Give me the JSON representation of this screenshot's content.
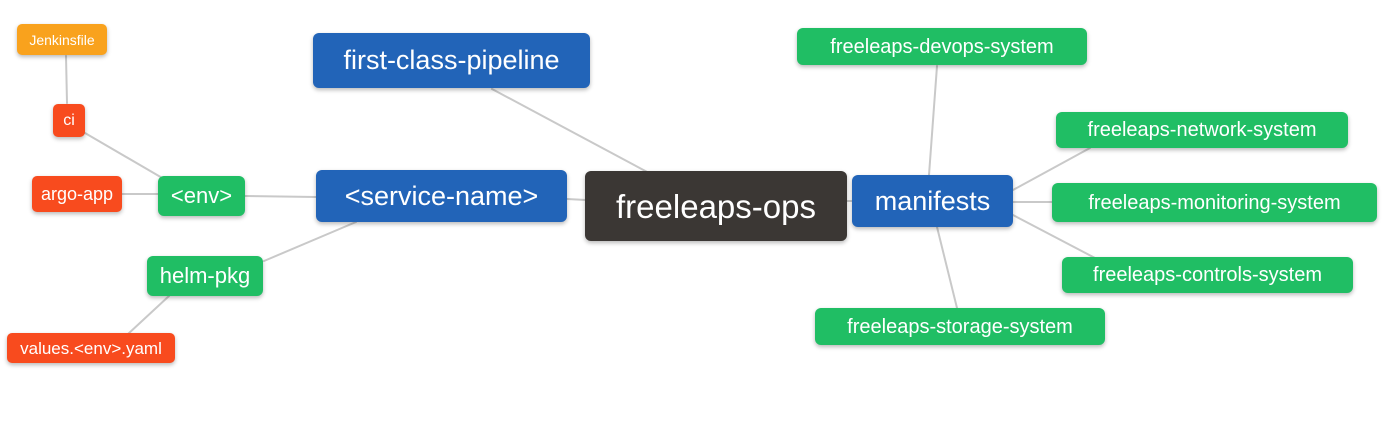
{
  "colors": {
    "root_node": "#3b3734",
    "branch_blue": "#2264b8",
    "leaf_green": "#20be64",
    "leaf_red": "#f84b1e",
    "leaf_orange": "#f9a21d",
    "edge_gray": "#c9c9c9",
    "node_text": "#ffffff",
    "background": "#ffffff"
  },
  "nodes": {
    "root": {
      "label": "freeleaps-ops"
    },
    "first_class_pipeline": {
      "label": "first-class-pipeline"
    },
    "service_name": {
      "label": "<service-name>"
    },
    "env": {
      "label": "<env>"
    },
    "ci": {
      "label": "ci"
    },
    "jenkinsfile": {
      "label": "Jenkinsfile"
    },
    "argo_app": {
      "label": "argo-app"
    },
    "helm_pkg": {
      "label": "helm-pkg"
    },
    "values_yaml": {
      "label": "values.<env>.yaml"
    },
    "manifests": {
      "label": "manifests"
    },
    "devops_system": {
      "label": "freeleaps-devops-system"
    },
    "network_system": {
      "label": "freeleaps-network-system"
    },
    "monitoring_system": {
      "label": "freeleaps-monitoring-system"
    },
    "controls_system": {
      "label": "freeleaps-controls-system"
    },
    "storage_system": {
      "label": "freeleaps-storage-system"
    }
  },
  "edges": [
    {
      "from": "root",
      "to": "first_class_pipeline"
    },
    {
      "from": "root",
      "to": "service_name"
    },
    {
      "from": "root",
      "to": "manifests"
    },
    {
      "from": "service_name",
      "to": "env"
    },
    {
      "from": "service_name",
      "to": "helm_pkg"
    },
    {
      "from": "env",
      "to": "ci"
    },
    {
      "from": "env",
      "to": "argo_app"
    },
    {
      "from": "ci",
      "to": "jenkinsfile"
    },
    {
      "from": "helm_pkg",
      "to": "values_yaml"
    },
    {
      "from": "manifests",
      "to": "devops_system"
    },
    {
      "from": "manifests",
      "to": "network_system"
    },
    {
      "from": "manifests",
      "to": "monitoring_system"
    },
    {
      "from": "manifests",
      "to": "controls_system"
    },
    {
      "from": "manifests",
      "to": "storage_system"
    }
  ]
}
